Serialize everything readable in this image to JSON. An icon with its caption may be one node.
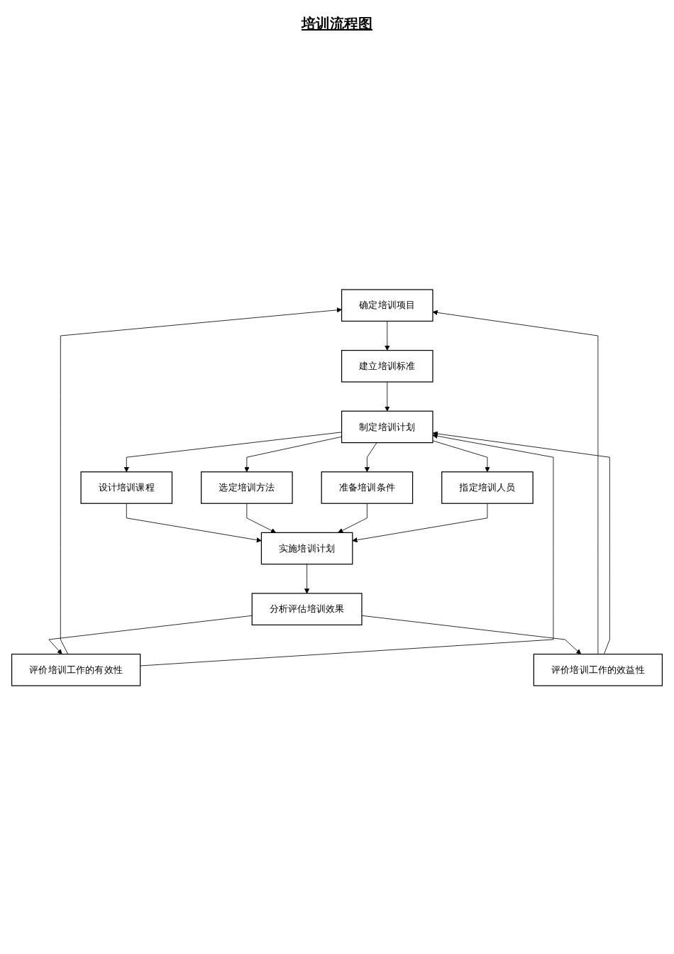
{
  "diagram": {
    "title": "培训流程图",
    "nodes": [
      {
        "text": [
          "确定培训项目"
        ]
      },
      {
        "text": [
          "建立培训标准"
        ]
      },
      {
        "text": [
          "制定培训计划"
        ]
      },
      {
        "text": [
          "设计培训课程"
        ]
      },
      {
        "text": [
          "选定培训方法"
        ]
      },
      {
        "text": [
          "准备培训条件"
        ]
      },
      {
        "text": [
          "指定培训人员"
        ]
      },
      {
        "text": [
          "实施培训计划"
        ]
      },
      {
        "text": [
          "分析评估培训效果"
        ]
      },
      {
        "text": [
          "评价培训工作的有效性"
        ]
      },
      {
        "text": [
          "评价培训工作的效益性"
        ]
      }
    ],
    "edges": [
      {
        "from": 0,
        "to": 1,
        "arrow": "to"
      },
      {
        "from": 1,
        "to": 2,
        "arrow": "to"
      },
      {
        "from": 2,
        "to": 3,
        "arrow": "to"
      },
      {
        "from": 2,
        "to": 4,
        "arrow": "to"
      },
      {
        "from": 2,
        "to": 5,
        "arrow": "to"
      },
      {
        "from": 2,
        "to": 6,
        "arrow": "to"
      },
      {
        "from": 3,
        "to": 7,
        "arrow": "to"
      },
      {
        "from": 4,
        "to": 7,
        "arrow": "to"
      },
      {
        "from": 5,
        "to": 7,
        "arrow": "to"
      },
      {
        "from": 6,
        "to": 7,
        "arrow": "to"
      },
      {
        "from": 7,
        "to": 8,
        "arrow": "to"
      },
      {
        "from": 8,
        "to": 9,
        "arrow": "to"
      },
      {
        "from": 8,
        "to": 10,
        "arrow": "to"
      },
      {
        "from": 9,
        "to": 0,
        "arrow": "to"
      },
      {
        "from": 9,
        "to": 2,
        "arrow": "to"
      },
      {
        "from": 10,
        "to": 0,
        "arrow": "to"
      },
      {
        "from": 10,
        "to": 2,
        "arrow": "to"
      }
    ]
  }
}
